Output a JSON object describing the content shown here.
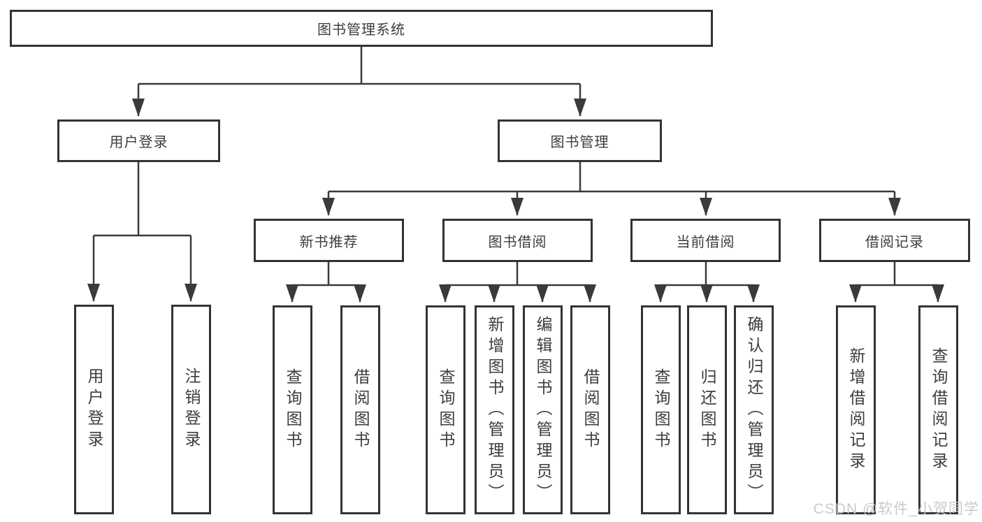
{
  "diagram": {
    "root": {
      "label": "图书管理系统"
    },
    "branches": [
      {
        "id": "user-login",
        "label": "用户登录",
        "children": [
          {
            "label": "用户登录"
          },
          {
            "label": "注销登录"
          }
        ]
      },
      {
        "id": "book-management",
        "label": "图书管理",
        "sections": [
          {
            "id": "new-book-recommend",
            "label": "新书推荐",
            "children": [
              {
                "label": "查询图书"
              },
              {
                "label": "借阅图书"
              }
            ]
          },
          {
            "id": "book-borrow",
            "label": "图书借阅",
            "children": [
              {
                "label": "查询图书"
              },
              {
                "label": "新增图书（管理员）"
              },
              {
                "label": "编辑图书（管理员）"
              },
              {
                "label": "借阅图书"
              }
            ]
          },
          {
            "id": "current-borrow",
            "label": "当前借阅",
            "children": [
              {
                "label": "查询图书"
              },
              {
                "label": "归还图书"
              },
              {
                "label": "确认归还（管理员）"
              }
            ]
          },
          {
            "id": "borrow-records",
            "label": "借阅记录",
            "children": [
              {
                "label": "新增借阅记录"
              },
              {
                "label": "查询借阅记录"
              }
            ]
          }
        ]
      }
    ],
    "watermark": "CSDN @软件_小贺同学",
    "colors": {
      "line": "#3a3a3a",
      "box_border": "#333333",
      "text": "#3d3d3d",
      "watermark": "#c6c6c6",
      "background": "#ffffff"
    }
  }
}
